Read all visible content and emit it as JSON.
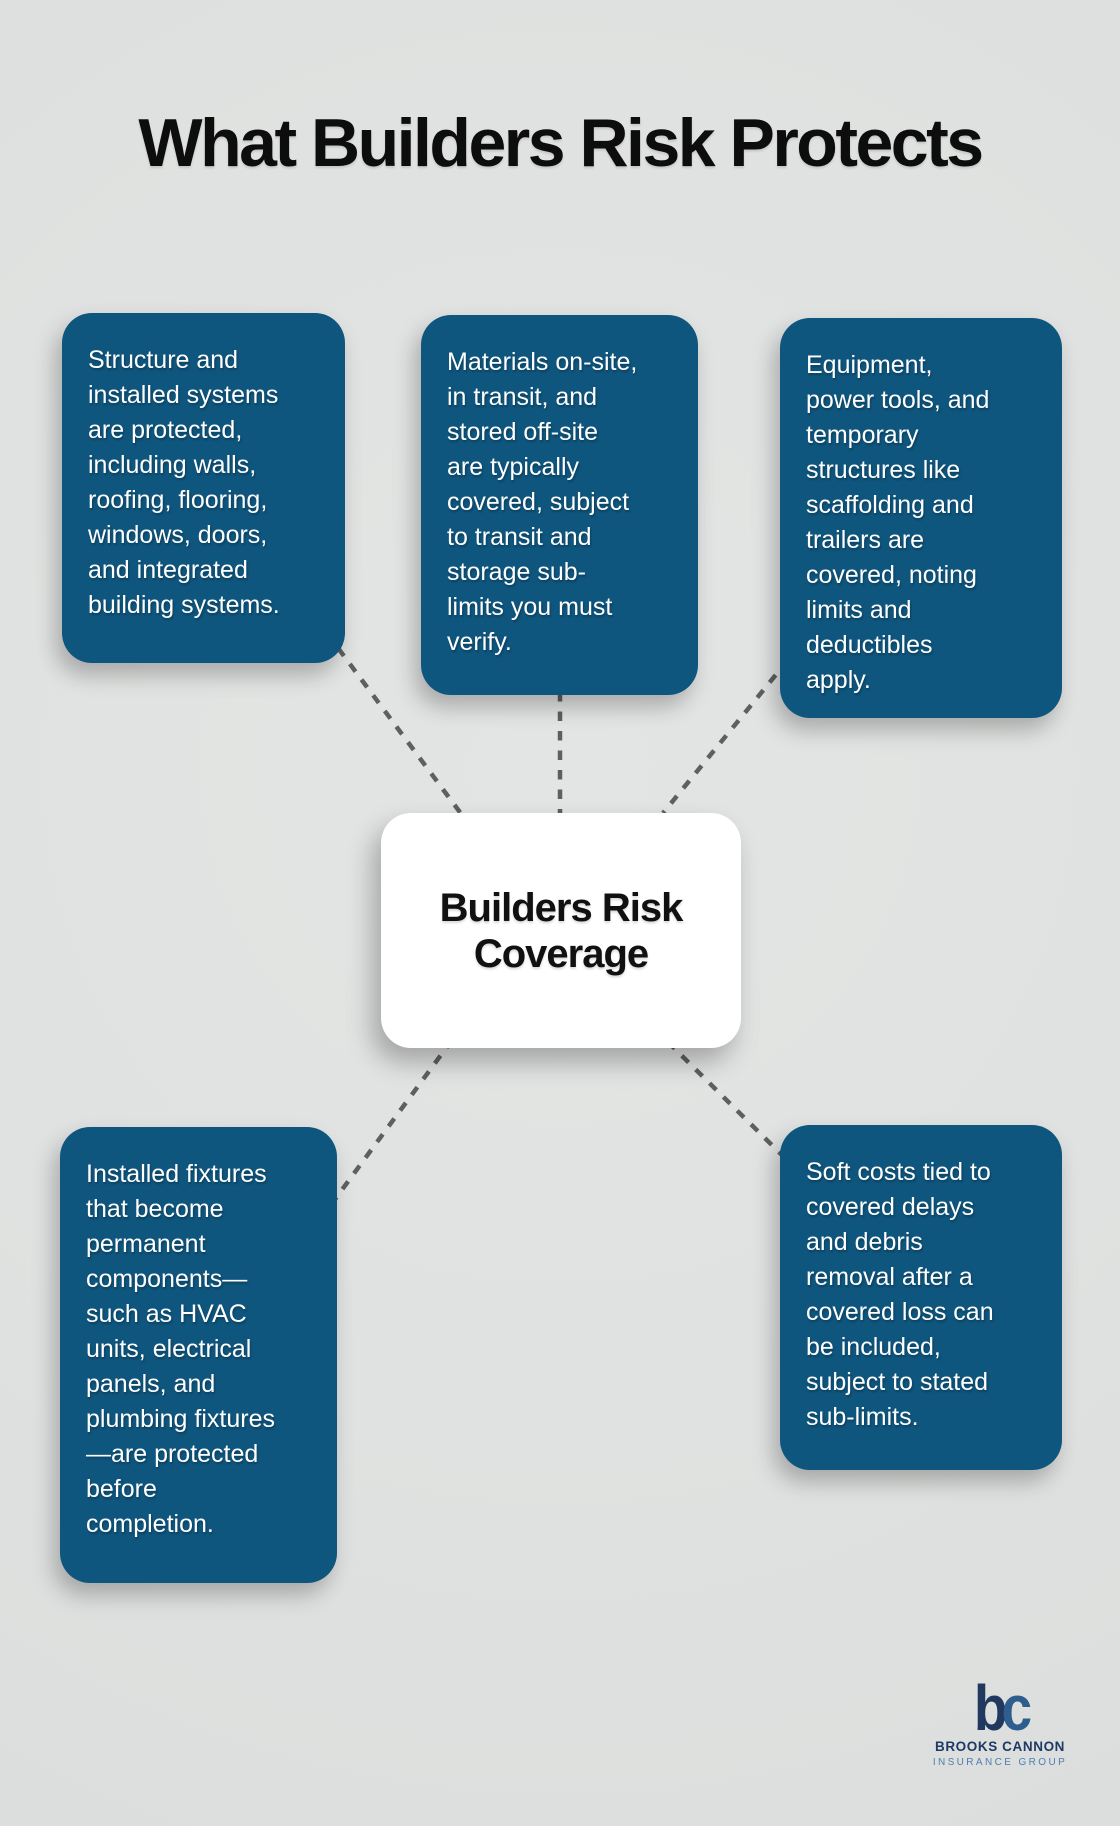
{
  "title": "What Builders Risk Protects",
  "center": {
    "label": "Builders Risk\nCoverage"
  },
  "nodes": [
    {
      "id": "structure",
      "text": "Structure and\ninstalled systems\nare protected,\nincluding walls,\nroofing, flooring,\nwindows, doors,\nand integrated\nbuilding systems."
    },
    {
      "id": "materials",
      "text": "Materials on-site,\nin transit, and\nstored off-site\nare typically\ncovered, subject\nto transit and\nstorage sub-\nlimits you must\nverify."
    },
    {
      "id": "equipment",
      "text": "Equipment,\npower tools, and\ntemporary\nstructures like\nscaffolding and\ntrailers are\ncovered, noting\nlimits and\ndeductibles\napply."
    },
    {
      "id": "fixtures",
      "text": "Installed fixtures\nthat become\npermanent\ncomponents—\nsuch as HVAC\nunits, electrical\npanels, and\nplumbing fixtures\n—are protected\nbefore\ncompletion."
    },
    {
      "id": "soft_costs",
      "text": "Soft costs tied to\ncovered delays\nand debris\nremoval after a\ncovered loss can\nbe included,\nsubject to stated\nsub-limits."
    }
  ],
  "logo": {
    "mark_b": "b",
    "mark_c": "c",
    "name": "BROOKS CANNON",
    "tagline": "INSURANCE GROUP"
  },
  "colors": {
    "background": "#e0e2e1",
    "box_blue": "#0f567e",
    "box_text": "#ffffff",
    "center_box": "#ffffff",
    "title_text": "#0d0d0d",
    "connector_gray": "#5f5f5f",
    "logo_navy": "#22395f",
    "logo_blue": "#2d5e8d",
    "logo_light_blue": "#4d7fae"
  }
}
